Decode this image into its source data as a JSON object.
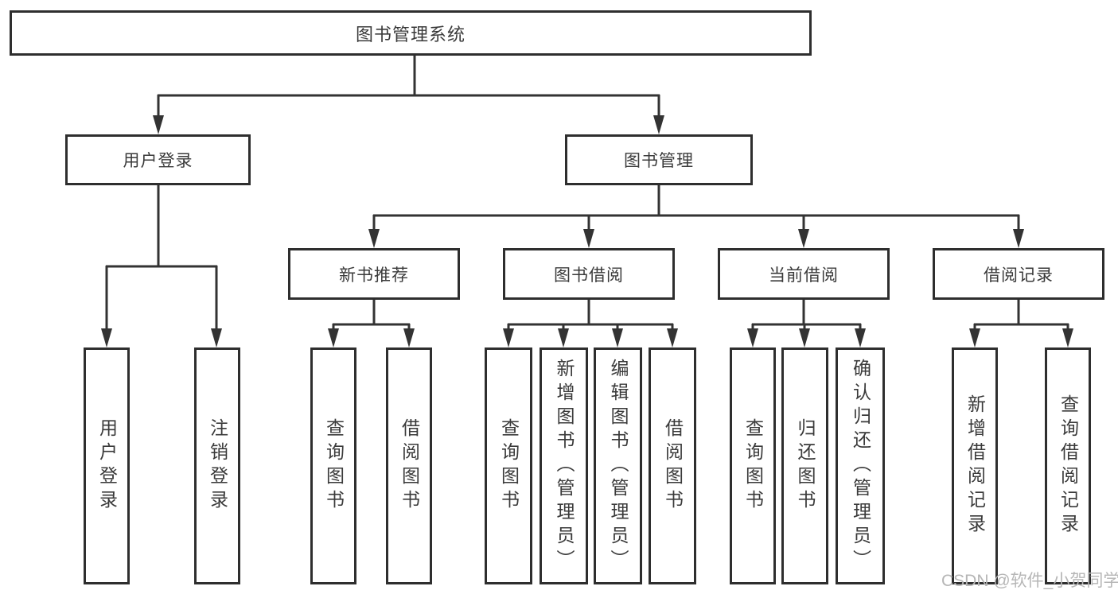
{
  "tree": {
    "label": "图书管理系统",
    "children": [
      {
        "label": "用户登录",
        "children": [
          {
            "label": "用户登录"
          },
          {
            "label": "注销登录"
          }
        ]
      },
      {
        "label": "图书管理",
        "children": [
          {
            "label": "新书推荐",
            "children": [
              {
                "label": "查询图书"
              },
              {
                "label": "借阅图书"
              }
            ]
          },
          {
            "label": "图书借阅",
            "children": [
              {
                "label": "查询图书"
              },
              {
                "label": "新增图书（管理员）"
              },
              {
                "label": "编辑图书（管理员）"
              },
              {
                "label": "借阅图书"
              }
            ]
          },
          {
            "label": "当前借阅",
            "children": [
              {
                "label": "查询图书"
              },
              {
                "label": "归还图书"
              },
              {
                "label": "确认归还（管理员）"
              }
            ]
          },
          {
            "label": "借阅记录",
            "children": [
              {
                "label": "新增借阅记录"
              },
              {
                "label": "查询借阅记录"
              }
            ]
          }
        ]
      }
    ]
  },
  "watermark": {
    "text": "CSDN @软件_小贺同学"
  },
  "colors": {
    "line": "#333333",
    "border": "#2e2e2e",
    "text": "#3a3a3a",
    "watermark": "#b6b6b6"
  }
}
